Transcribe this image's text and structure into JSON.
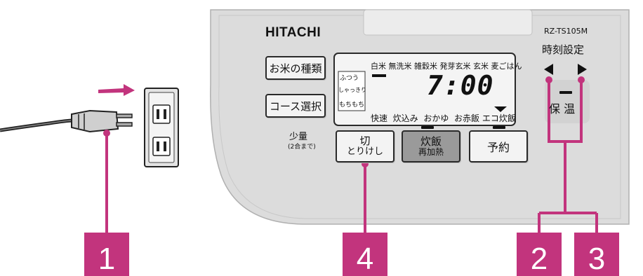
{
  "brand": "HITACHI",
  "model": "RZ-TS105M",
  "clock_label": "時刻設定",
  "buttons": {
    "rice_type": "お米の種類",
    "course": "コース選択",
    "cancel_top": "切",
    "cancel_bottom": "とりけし",
    "cook_top": "炊飯",
    "cook_bottom": "再加熱",
    "timer": "予約",
    "keep_warm": "保 温"
  },
  "display": {
    "rice_types": [
      "白米",
      "無洗米",
      "雑穀米",
      "発芽玄米",
      "玄米",
      "麦ごはん"
    ],
    "textures": [
      "ふつう",
      "しゃっきり",
      "もちもち"
    ],
    "time": "7:00",
    "courses": [
      "快速",
      "炊込み",
      "おかゆ",
      "お赤飯",
      "エコ炊飯"
    ]
  },
  "small_amount": "少量",
  "small_amount_note": "(2合まで)",
  "callouts": [
    "1",
    "4",
    "2",
    "3"
  ],
  "colors": {
    "accent": "#c2347d",
    "panel": "#dcdcdc",
    "lcd": "#f4f4f4",
    "dark_button": "#9a9a9a"
  }
}
